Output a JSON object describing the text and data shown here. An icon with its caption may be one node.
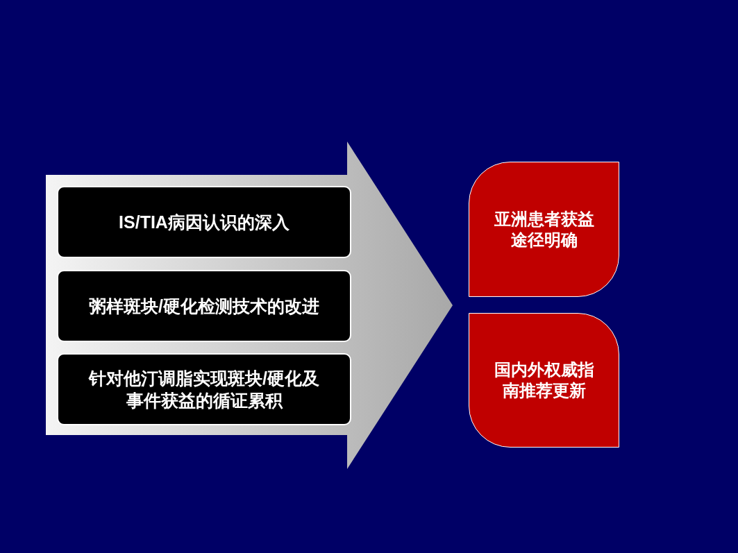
{
  "diagram": {
    "nodes": [
      {
        "text": [],
        "shape": "arrow"
      },
      {
        "text": [
          "IS/TIA病因认识的深入"
        ],
        "in": 0
      },
      {
        "text": [
          "粥样斑块/硬化检测技术的改进"
        ],
        "in": 0
      },
      {
        "text": [
          "针对他汀调脂实现斑块/硬化及事件获益的循证累积"
        ],
        "in": 0
      },
      {
        "text": [
          "亚洲患者获益途径明确"
        ]
      },
      {
        "text": [
          "国内外权威指南推荐更新"
        ]
      }
    ]
  }
}
